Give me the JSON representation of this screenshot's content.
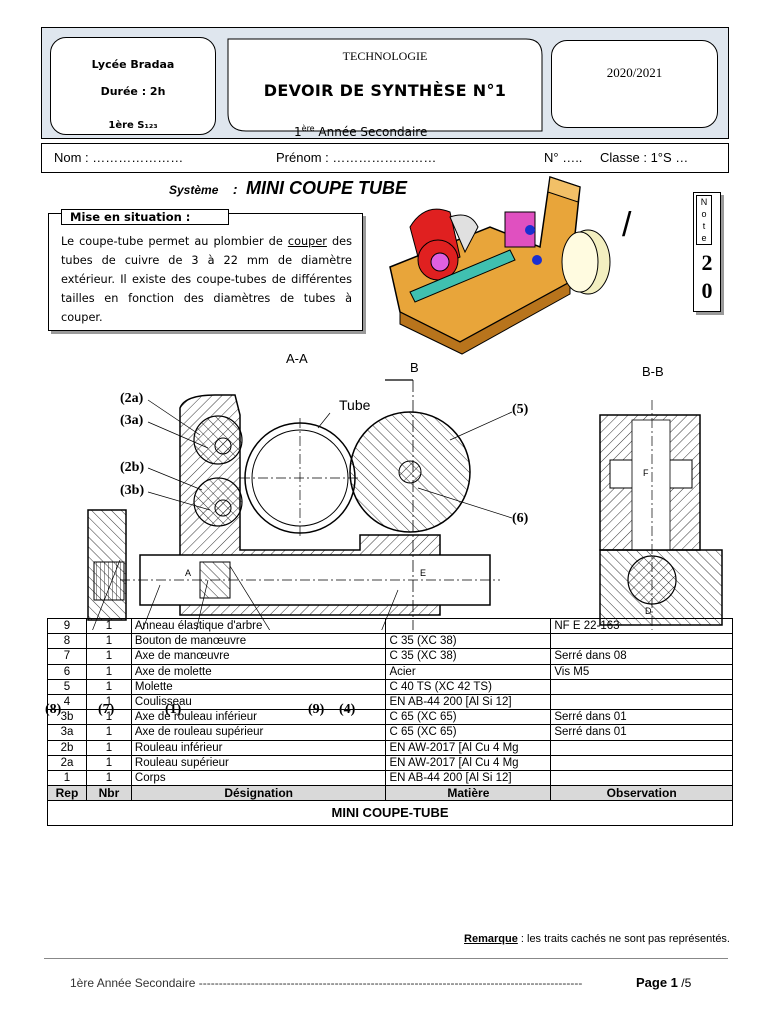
{
  "header": {
    "school": "Lycée Bradaa",
    "duration": "Durée : 2h",
    "class_level": "1ère S₁₂₃",
    "subject": "TECHNOLOGIE",
    "exam_title": "DEVOIR DE SYNTHÈSE N°1",
    "year_label": "1ère Année Secondaire",
    "year_label_sup": "ère",
    "year_label_main": "1",
    "year_label_rest": " Année Secondaire",
    "school_year": "2020/2021"
  },
  "student": {
    "name_label": "Nom : …………………",
    "firstname_label": "Prénom : ……………………",
    "number_label": "N° …..",
    "class_label": "Classe : 1°S …"
  },
  "system": {
    "label": "Système",
    "separator": ":",
    "name": "MINI COUPE TUBE"
  },
  "situation": {
    "title": "Mise en situation :",
    "text_before": "Le coupe-tube permet au plombier de ",
    "text_underlined": "couper",
    "text_after": " des tubes de cuivre de 3 à 22 mm de diamètre extérieur. Il existe des coupe-tubes de différentes tailles en fonction des diamètres de tubes à couper."
  },
  "grade": {
    "label_letters": [
      "N",
      "o",
      "t",
      "e"
    ],
    "slash": "/",
    "total_digits": [
      "2",
      "0"
    ]
  },
  "drawing": {
    "section_aa": "A-A",
    "section_bb": "B-B",
    "b_label": "B",
    "tube_label": "Tube",
    "letter_a": "A",
    "letter_e": "E",
    "letter_f": "F",
    "letter_d": "D",
    "callouts": {
      "c2a": "(2a)",
      "c3a": "(3a)",
      "c2b": "(2b)",
      "c3b": "(3b)",
      "c5": "(5)",
      "c6": "(6)",
      "c8": "(8)",
      "c7": "(7)",
      "c1": "(1)",
      "c9": "(9)",
      "c4": "(4)"
    }
  },
  "nomenclature": {
    "headers": [
      "Rep",
      "Nbr",
      "Désignation",
      "Matière",
      "Observation"
    ],
    "rows": [
      {
        "rep": "9",
        "nbr": "1",
        "designation": "Anneau élastique d'arbre",
        "matiere": "",
        "observation": "NF E 22-163"
      },
      {
        "rep": "8",
        "nbr": "1",
        "designation": "Bouton de manœuvre",
        "matiere": "C 35 (XC 38)",
        "observation": ""
      },
      {
        "rep": "7",
        "nbr": "1",
        "designation": "Axe de manœuvre",
        "matiere": "C 35 (XC 38)",
        "observation": "Serré dans 08"
      },
      {
        "rep": "6",
        "nbr": "1",
        "designation": "Axe de molette",
        "matiere": "Acier",
        "observation": "Vis M5"
      },
      {
        "rep": "5",
        "nbr": "1",
        "designation": "Molette",
        "matiere": "C 40 TS (XC 42 TS)",
        "observation": ""
      },
      {
        "rep": "4",
        "nbr": "1",
        "designation": "Coulisseau",
        "matiere": "EN AB-44 200 [Al Si 12]",
        "observation": ""
      },
      {
        "rep": "3b",
        "nbr": "1",
        "designation": "Axe de rouleau inférieur",
        "matiere": "C 65 (XC 65)",
        "observation": "Serré dans 01"
      },
      {
        "rep": "3a",
        "nbr": "1",
        "designation": "Axe de rouleau supérieur",
        "matiere": "C 65 (XC 65)",
        "observation": "Serré dans 01"
      },
      {
        "rep": "2b",
        "nbr": "1",
        "designation": "Rouleau inférieur",
        "matiere": "EN AW-2017 [Al Cu 4 Mg",
        "observation": ""
      },
      {
        "rep": "2a",
        "nbr": "1",
        "designation": "Rouleau supérieur",
        "matiere": "EN AW-2017 [Al Cu 4 Mg",
        "observation": ""
      },
      {
        "rep": "1",
        "nbr": "1",
        "designation": "Corps",
        "matiere": "EN AB-44 200 [Al Si 12]",
        "observation": ""
      }
    ],
    "title": "MINI COUPE-TUBE"
  },
  "remark": {
    "label": "Remarque",
    "text": " : les traits cachés ne sont pas représentés."
  },
  "footer": {
    "left": "1ère Année Secondaire ------------------------------------------------------------------------------------------------",
    "page_label": "Page 1",
    "page_total": " /5"
  }
}
